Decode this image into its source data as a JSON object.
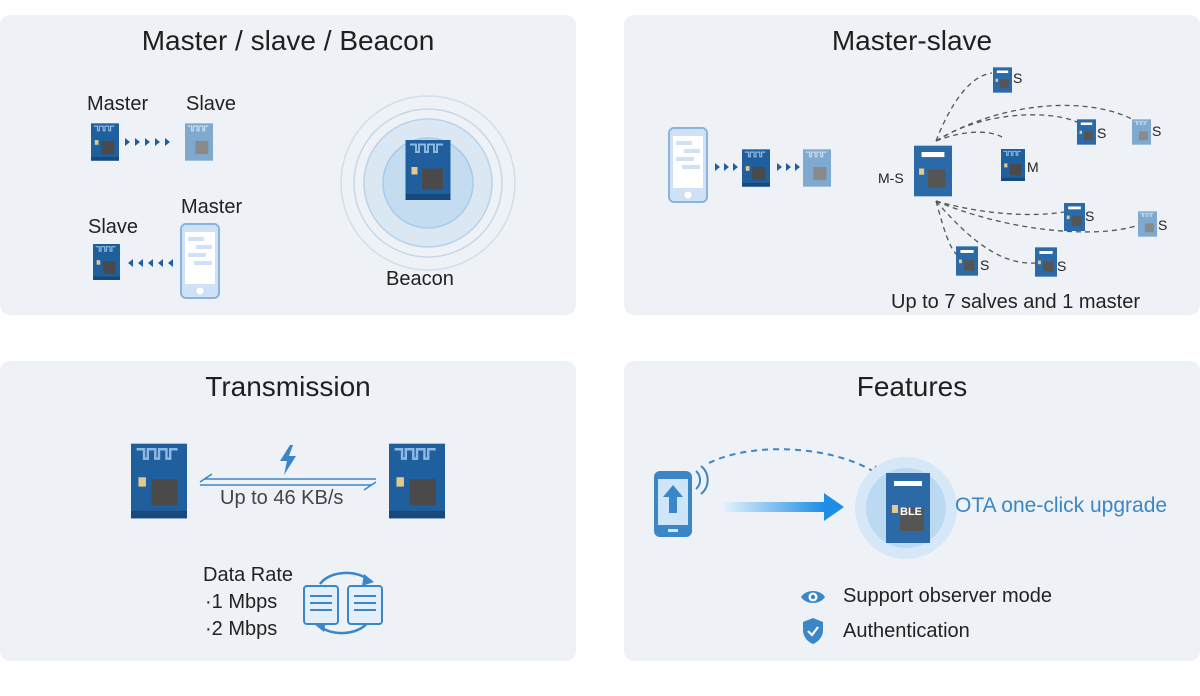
{
  "panels": {
    "master_slave_beacon": {
      "title": "Master / slave / Beacon",
      "label_master_top": "Master",
      "label_slave_top": "Slave",
      "label_slave_bottom": "Slave",
      "label_master_bottom": "Master",
      "label_beacon": "Beacon"
    },
    "master_slave": {
      "title": "Master-slave",
      "label_ms": "M-S",
      "label_m": "M",
      "label_s": "S",
      "caption": "Up to 7 salves and 1 master"
    },
    "transmission": {
      "title": "Transmission",
      "speed": "Up to 46 KB/s",
      "data_rate_title": "Data Rate",
      "rates": [
        "·1 Mbps",
        "·2 Mbps"
      ]
    },
    "features": {
      "title": "Features",
      "chip_text": "BLE",
      "ota": "OTA one-click upgrade",
      "observer": "Support observer mode",
      "auth": "Authentication"
    }
  },
  "colors": {
    "panel_bg": "#eef2f6",
    "module_blue": "#1f5f9e",
    "accent_blue": "#3b86c6",
    "light_blue": "#9cc3e6"
  },
  "icons": [
    "module-icon",
    "phone-icon",
    "lightning-icon",
    "eye-icon",
    "shield-icon",
    "sync-icon",
    "document-icon",
    "upload-arrow-icon"
  ]
}
